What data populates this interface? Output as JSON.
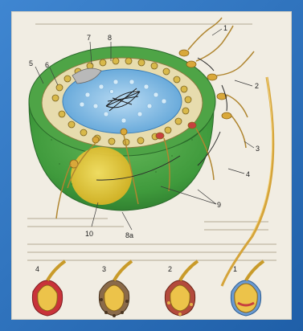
{
  "labels": {
    "l1": "1",
    "l2": "2",
    "l3": "3",
    "l4": "4",
    "l5": "5",
    "l6": "6",
    "l7": "7",
    "l8": "8",
    "l8a": "8a",
    "l9": "9",
    "l10": "10"
  },
  "stages": [
    "4",
    "3",
    "2",
    "1"
  ],
  "colors": {
    "frame": "#2a6fbb",
    "cytoplasm": "#3f9a3c",
    "nucleus": "#7fb8e3",
    "yolk": "#f1d24a",
    "sperm": "#c99b2a"
  }
}
